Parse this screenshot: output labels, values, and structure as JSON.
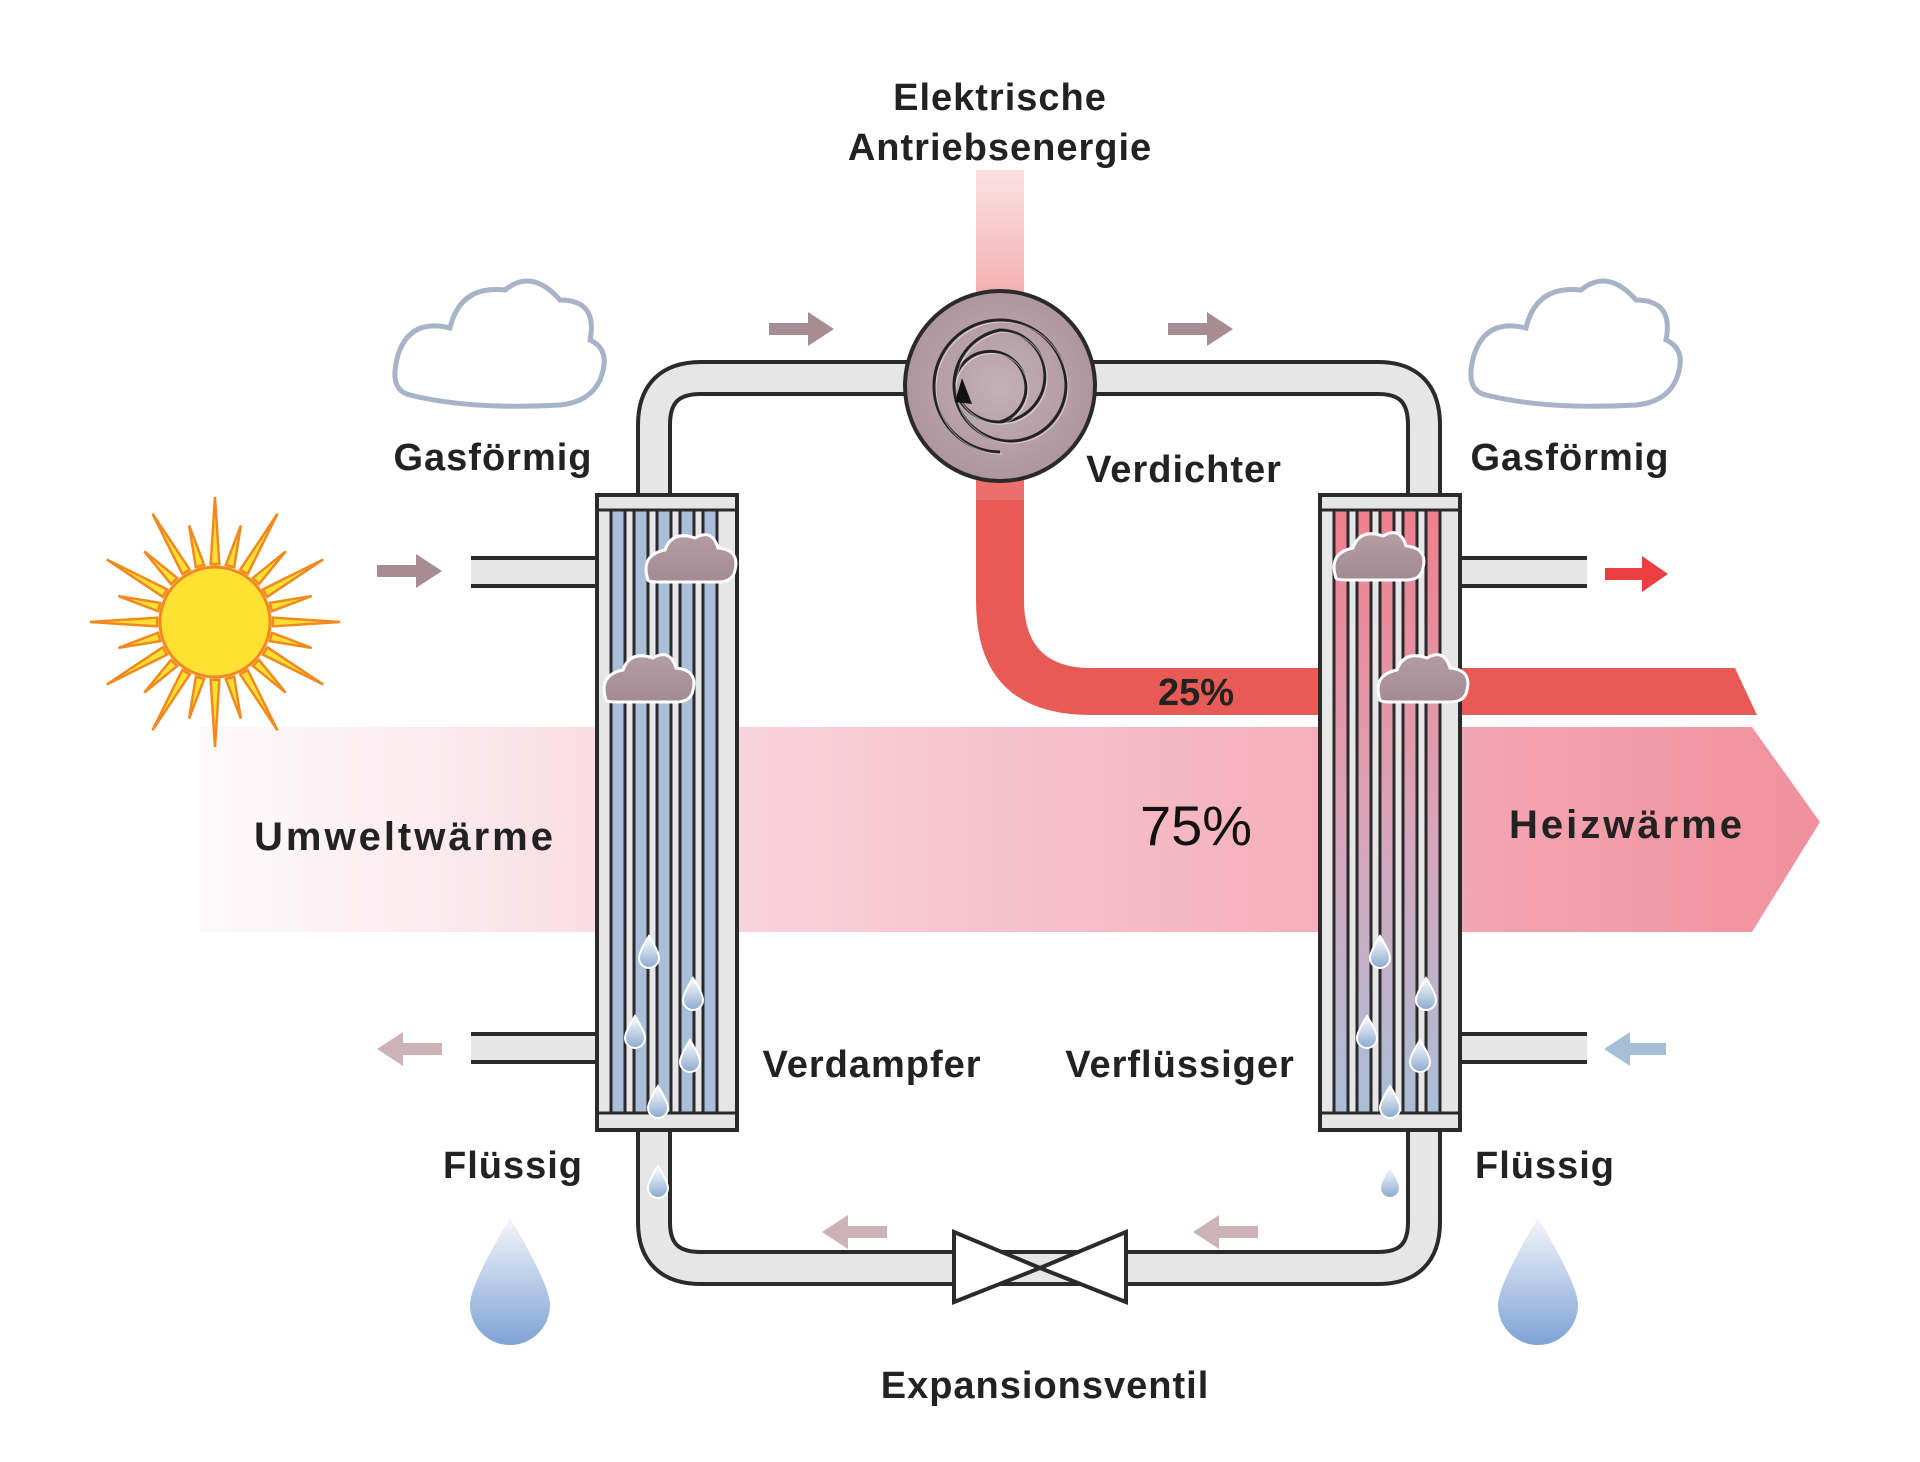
{
  "title_line1": "Elektrische",
  "title_line2": "Antriebsenergie",
  "labels": {
    "compressor": "Verdichter",
    "evaporator": "Verdampfer",
    "condenser": "Verflüssiger",
    "expansion_valve": "Expansionsventil",
    "gas_left": "Gasförmig",
    "gas_right": "Gasförmig",
    "liquid_left": "Flüssig",
    "liquid_right": "Flüssig",
    "ambient_heat": "Umweltwärme",
    "heating_heat": "Heizwärme"
  },
  "percentages": {
    "electric": "25%",
    "ambient": "75%"
  },
  "colors": {
    "pipe_fill": "#e6e6e6",
    "pipe_stroke": "#2a2a2a",
    "electric_band": "#e85a55",
    "ambient_band_end": "#f2909f",
    "evaporator_tubes": "#a9bed8",
    "condenser_tubes": "#f07f8c",
    "compressor": "#b5a0a8",
    "sun": "#ffe033",
    "sun_rays": "#f08a1f",
    "flow_arrow": "#a88c94",
    "hot_arrow": "#e84040",
    "cold_arrow": "#a6bfd6"
  }
}
